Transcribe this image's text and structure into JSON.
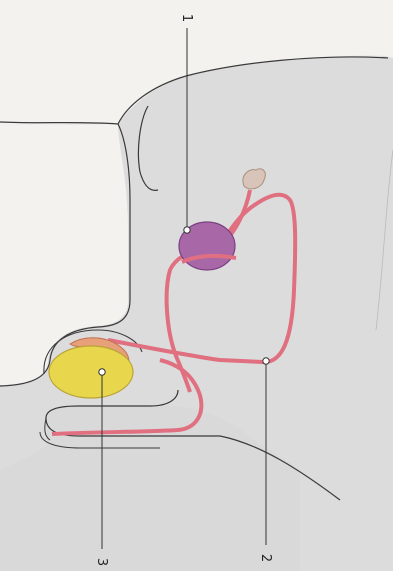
{
  "labels": {
    "one": "1",
    "two": "2",
    "three": "3"
  },
  "colors": {
    "page": "#f3f2ef",
    "body_fill": "#dcdcdc",
    "outline": "#3a3a3a",
    "duct": "#e06f80",
    "prostate": "#a868a8",
    "testis": "#e8d64c",
    "epididymis": "#e8a07a"
  }
}
